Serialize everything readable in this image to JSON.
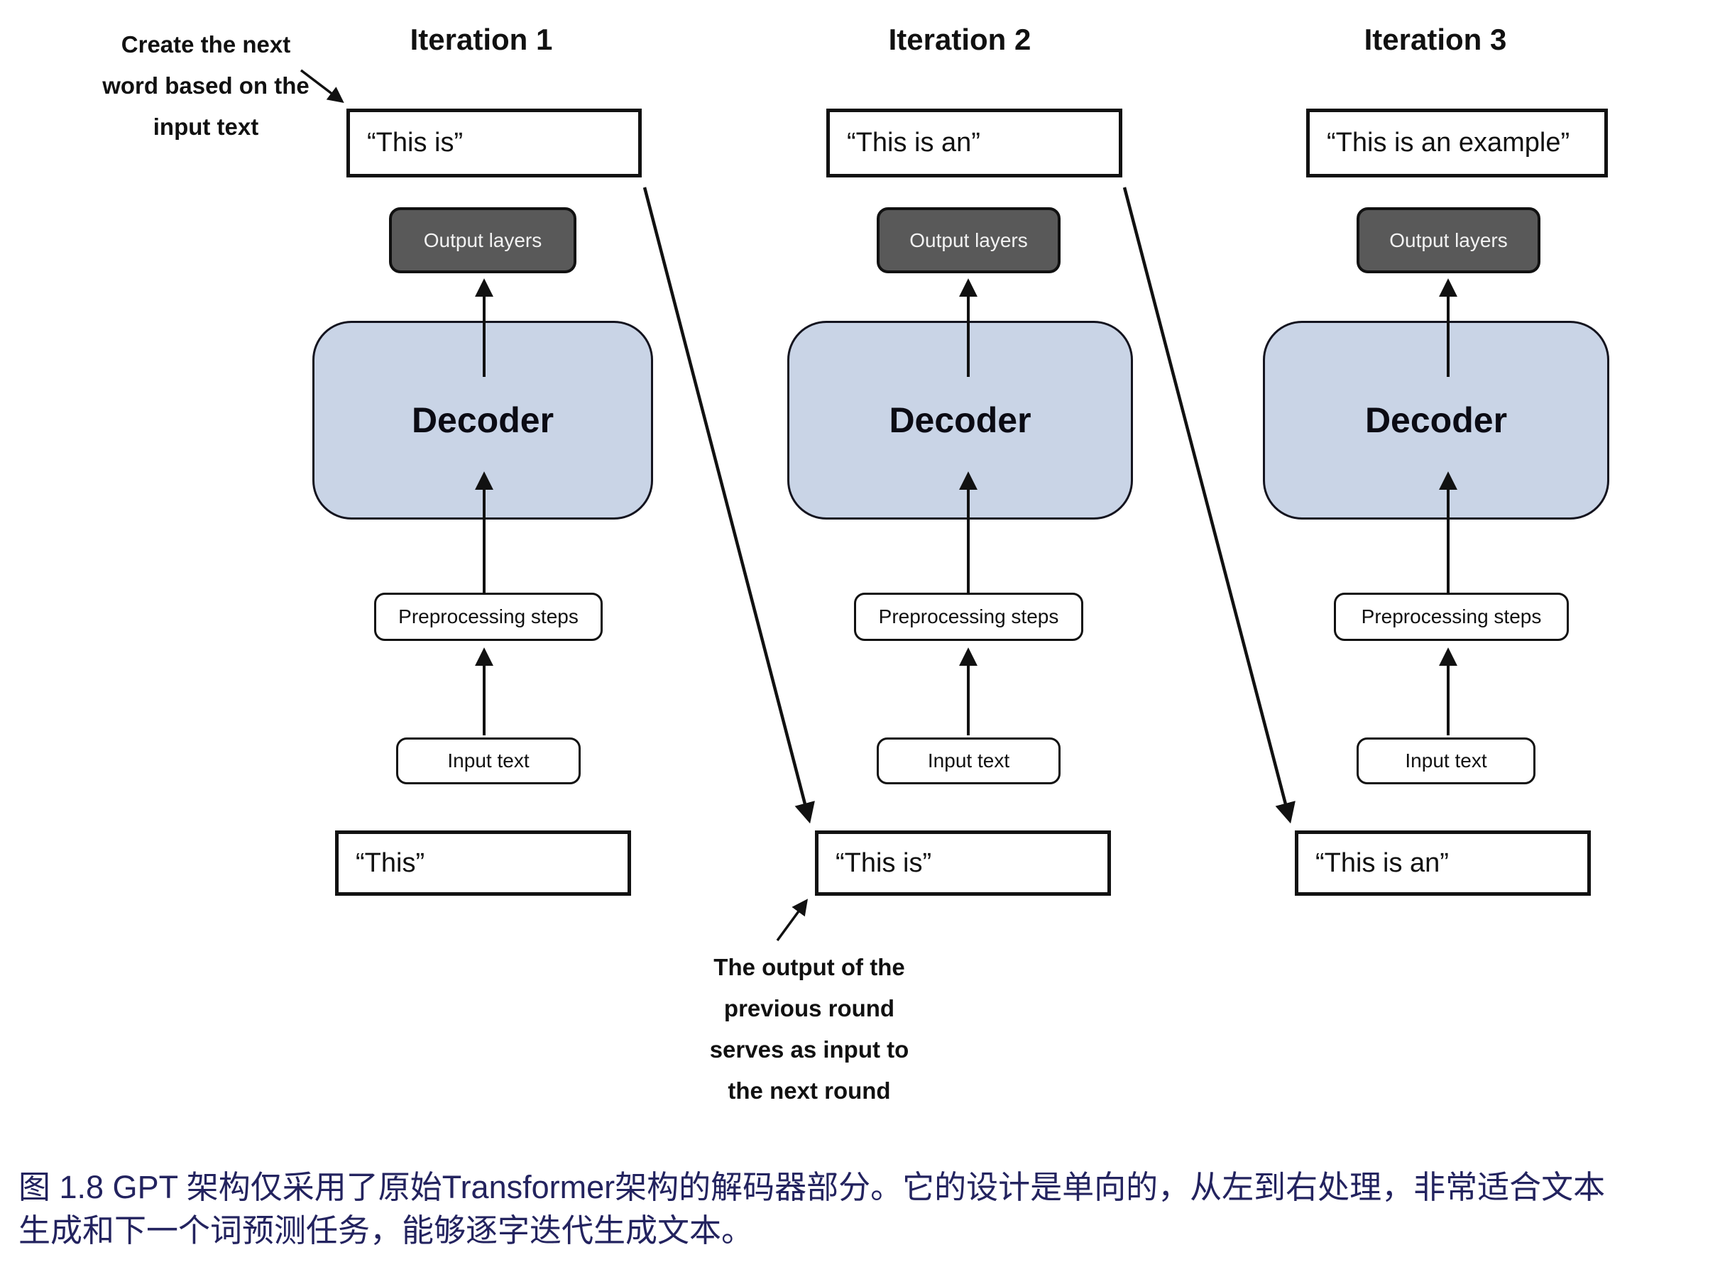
{
  "figure": {
    "columns": [
      {
        "title": "Iteration 1",
        "output_text": "“This is”",
        "output_layers_label": "Output layers",
        "decoder_label": "Decoder",
        "preprocessing_label": "Preprocessing steps",
        "input_label": "Input text",
        "input_text": "“This”"
      },
      {
        "title": "Iteration 2",
        "output_text": "“This is an”",
        "output_layers_label": "Output layers",
        "decoder_label": "Decoder",
        "preprocessing_label": "Preprocessing steps",
        "input_label": "Input text",
        "input_text": "“This is”"
      },
      {
        "title": "Iteration 3",
        "output_text": "“This is an example”",
        "output_layers_label": "Output layers",
        "decoder_label": "Decoder",
        "preprocessing_label": "Preprocessing steps",
        "input_label": "Input text",
        "input_text": "“This is an”"
      }
    ],
    "annotations": {
      "create_next": {
        "lines": [
          "Create the next",
          "word based on the",
          "input text"
        ]
      },
      "output_feedback": {
        "lines": [
          "The output of the",
          "previous round",
          "serves as input to",
          "the next round"
        ]
      }
    },
    "caption": {
      "lines": [
        "图 1.8  GPT 架构仅采用了原始Transformer架构的解码器部分。它的设计是单向的，从左到右处理，非常适合文本",
        "生成和下一个词预测任务，能够逐字迭代生成文本。"
      ]
    },
    "colors": {
      "decoder_fill": "#c9d4e6",
      "output_layers_fill": "#595959",
      "box_border": "#111111",
      "caption_text": "#23235f",
      "arrow": "#111111"
    }
  }
}
